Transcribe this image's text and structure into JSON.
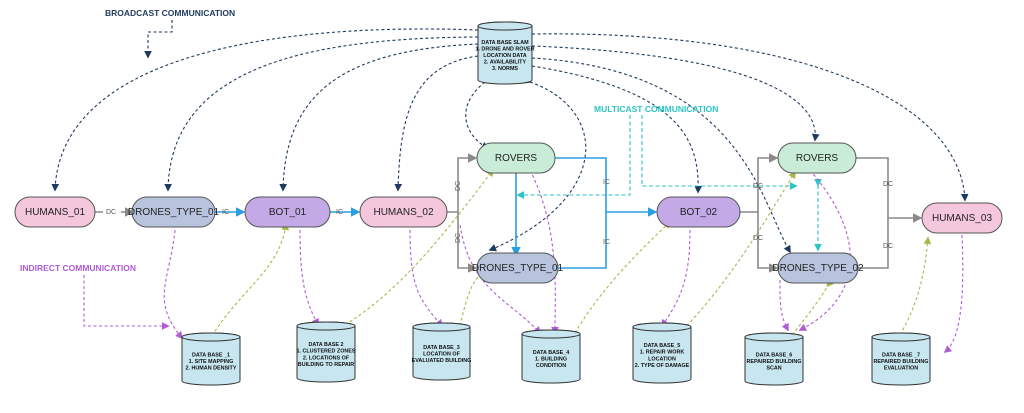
{
  "legend": {
    "broadcast": "BROADCAST COMMUNICATION",
    "multicast": "MULTICAST COMMUNICATION",
    "indirect": "INDIRECT COMMUNICATION"
  },
  "colors": {
    "broadcast": "#1f3a5f",
    "multicast": "#2ec4c4",
    "indirect": "#b05cd6",
    "yellow_dashed": "#a8b84a",
    "ic_link": "#2a9fe0",
    "dc_link": "#8a8a8a",
    "human_fill": "#f4c7dc",
    "drone_fill": "#b8c4de",
    "bot_fill": "#c3a9e6",
    "rover_fill": "#c9ecd6",
    "db_fill": "#c7e6f0"
  },
  "nodes": {
    "humans_01": "HUMANS_01",
    "drones_type_01_a": "DRONES_TYPE_01",
    "bot_01": "BOT_01",
    "humans_02": "HUMANS_02",
    "rovers_a": "ROVERS",
    "drones_type_01_b": "DRONES_TYPE_01",
    "bot_02": "BOT_02",
    "rovers_b": "ROVERS",
    "drones_type_02": "DRONES_TYPE_02",
    "humans_03": "HUMANS_03"
  },
  "edge_labels": {
    "dc": "DC",
    "ic": "IC"
  },
  "databases": {
    "slam": [
      "DATA BASE SLAM",
      "1. DRONE AND ROVER",
      "LOCATION DATA",
      "2. AVAILABILITY",
      "3. NORMS"
    ],
    "db1": [
      "DATA BASE _1",
      "1. SITE MAPPING",
      "2. HUMAN DENSITY"
    ],
    "db2": [
      "DATA BASE 2",
      "1. CLUSTERED ZONES",
      "2. LOCATIONS OF",
      "BUILDING TO REPAIR"
    ],
    "db3": [
      "DATA BASE_3",
      "LOCATION OF",
      "EVALUATED BUILDING"
    ],
    "db4": [
      "DATA BASE_4",
      "1. BUILDING",
      "CONDITION"
    ],
    "db5": [
      "DATA BASE_5",
      "1. REPAIR WORK",
      "LOCATION",
      "2. TYPE OF DAMAGE"
    ],
    "db6": [
      "DATA BASE_6",
      "REPAIRED BUILDING",
      "SCAN"
    ],
    "db7": [
      "DATA BASE _7",
      "REPAIRED BUILDING",
      "EVALUATION"
    ]
  }
}
